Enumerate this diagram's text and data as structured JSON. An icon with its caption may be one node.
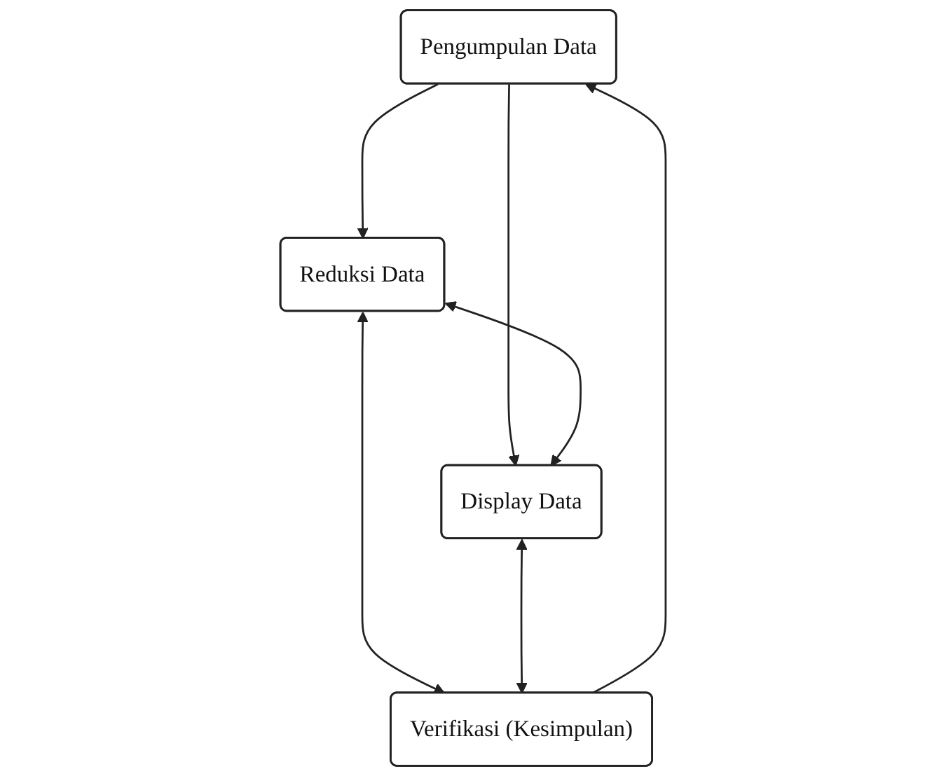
{
  "diagram": {
    "nodes": [
      {
        "text": [
          "Pengumpulan Data"
        ]
      },
      {
        "text": [
          "Reduksi Data"
        ]
      },
      {
        "text": [
          "Display Data"
        ]
      },
      {
        "text": [
          "Verifikasi (Kesimpulan)"
        ]
      }
    ],
    "edges": [
      {
        "from": 0,
        "to": 1,
        "arrow": "to"
      },
      {
        "from": 0,
        "to": 2,
        "arrow": "to"
      },
      {
        "from": 1,
        "to": 2,
        "arrow": "both"
      },
      {
        "from": 1,
        "to": 3,
        "arrow": "both"
      },
      {
        "from": 2,
        "to": 3,
        "arrow": "both"
      },
      {
        "from": 3,
        "to": 0,
        "arrow": "to"
      }
    ]
  }
}
